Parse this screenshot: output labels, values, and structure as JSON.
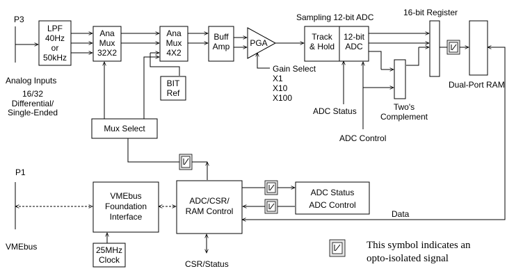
{
  "connectors": {
    "p3": "P3",
    "p1": "P1"
  },
  "labels": {
    "analog_inputs": "Analog Inputs",
    "inputs_line1": "16/32",
    "inputs_line2": "Differential/",
    "inputs_line3": "Single-Ended",
    "vmebus": "VMEbus",
    "sampling_adc": "Sampling 12-bit ADC",
    "register": "16-bit Register",
    "dual_port_ram": "Dual-Port RAM",
    "gain_select": "Gain Select",
    "gain_x1": "X1",
    "gain_x10": "X10",
    "gain_x100": "X100",
    "adc_status": "ADC Status",
    "adc_control": "ADC Control",
    "twos_line1": "Two's",
    "twos_line2": "Complement",
    "data": "Data",
    "csr_status": "CSR/Status",
    "legend_line1": "This symbol indicates an",
    "legend_line2": "opto-isolated signal"
  },
  "blocks": {
    "lpf": [
      "LPF",
      "40Hz",
      "or",
      "50kHz"
    ],
    "ana_mux1": [
      "Ana",
      "Mux",
      "32X2"
    ],
    "ana_mux2": [
      "Ana",
      "Mux",
      "4X2"
    ],
    "bit_ref": [
      "BIT",
      "Ref"
    ],
    "buff_amp": [
      "Buff",
      "Amp"
    ],
    "pga": "PGA",
    "track_hold": [
      "Track",
      "& Hold"
    ],
    "adc12": [
      "12-bit",
      "ADC"
    ],
    "mux_select": "Mux Select",
    "vme_interface": [
      "VMEbus",
      "Foundation",
      "Interface"
    ],
    "clock": [
      "25MHz",
      "Clock"
    ],
    "csr_ram": [
      "ADC/CSR/",
      "RAM Control"
    ],
    "status_control": [
      "ADC Status",
      "ADC Control"
    ]
  }
}
